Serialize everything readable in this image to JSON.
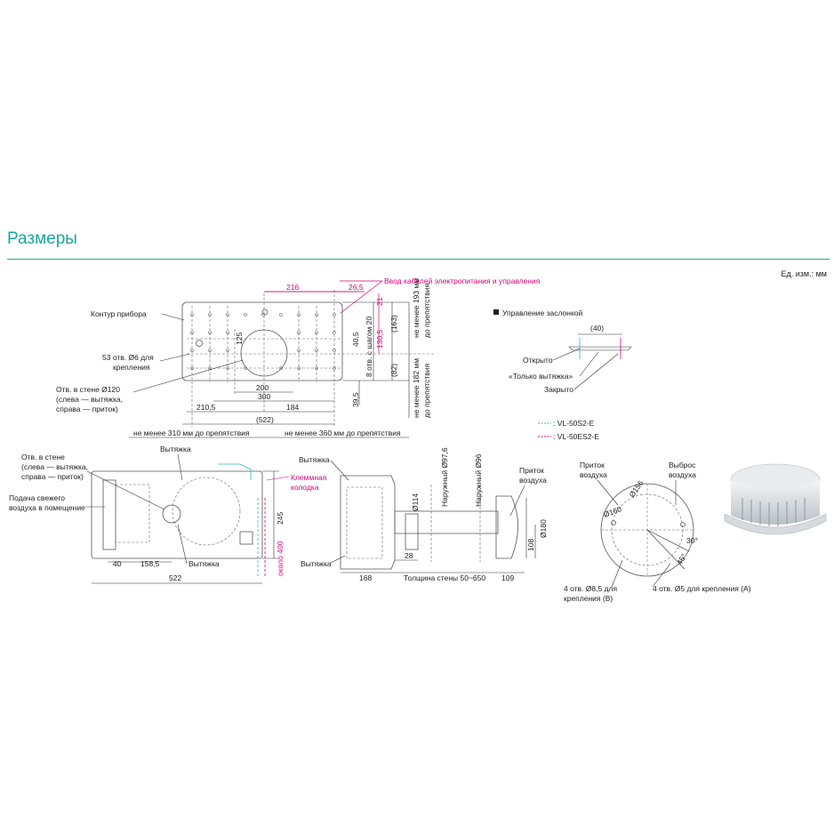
{
  "header": {
    "title": "Размеры",
    "units": "Ед. изм.: мм"
  },
  "top_view": {
    "cable_entry": "Ввод кабелей электропитания и управления",
    "outline": "Контур прибора",
    "holes53_l1": "53 отв. Ø6 для",
    "holes53_l2": "крепления",
    "wall_l1": "Отв. в стене Ø120",
    "wall_l2": "(слева — вытяжка,",
    "wall_l3": "справа — приток)",
    "d216": "216",
    "d26_5": "26,5",
    "d21": "21",
    "d125": "125",
    "d40_5": "40,5",
    "d8holes": "8 отв. с шагом 20",
    "d130_5": "130,5",
    "d163": "(163)",
    "d82": "(82)",
    "d200": "200",
    "d300": "300",
    "d210_5": "210,5",
    "d184": "184",
    "d39_5": "39,5",
    "d522p": "(522)",
    "min193_l1": "не менее 193 мм",
    "min193_l2": "до препятствия",
    "min182_l1": "не менее 182 мм",
    "min182_l2": "до препятствия",
    "min310": "не менее 310 мм до препятствия",
    "min360": "не менее 360 мм до препятствия"
  },
  "damper": {
    "title": "Управление заслонкой",
    "d40": "(40)",
    "open": "Открыто",
    "exhaust_only": "«Только вытяжка»",
    "closed": "Закрыто",
    "legend_cyan": ": VL-50S2-E",
    "legend_mag": ": VL-50ES2-E",
    "legend_cyan_color": "#2bb3c8",
    "legend_mag_color": "#d6007f"
  },
  "front_view": {
    "wall_l1": "Отв. в стене",
    "wall_l2": "(слева — вытяжка,",
    "wall_l3": "справа — приток)",
    "fresh_l1": "Подача свежего",
    "fresh_l2": "воздуха в помещение",
    "exhaust_top": "Вытяжка",
    "exhaust_bottom": "Вытяжка",
    "terminal_l1": "Клеммная",
    "terminal_l2": "колодка",
    "d40": "40",
    "d158_5": "158,5",
    "d522": "522",
    "d245": "245",
    "approx400": "около 400"
  },
  "side_view": {
    "exhaust_top": "Вытяжка",
    "exhaust_bottom": "Вытяжка",
    "d114": "Ø114",
    "outer97": "Наружный Ø97,6",
    "outer96": "Наружный Ø96",
    "intake_l1": "Приток",
    "intake_l2": "воздуха",
    "d28": "28",
    "d108": "108",
    "d180": "Ø180",
    "d168": "168",
    "wall_thick": "Толщина стены 50~650",
    "d109": "109"
  },
  "hood_view": {
    "intake_l1": "Приток",
    "intake_l2": "воздуха",
    "exhaust_l1": "Выброс",
    "exhaust_l2": "воздуха",
    "d156": "Ø156",
    "d160": "Ø160",
    "a30": "30°",
    "a45": "45°",
    "holesB_l1": "4 отв. Ø8,5 для",
    "holesB_l2": "крепления (B)",
    "holesA": "4 отв. Ø5 для крепления (A)"
  }
}
